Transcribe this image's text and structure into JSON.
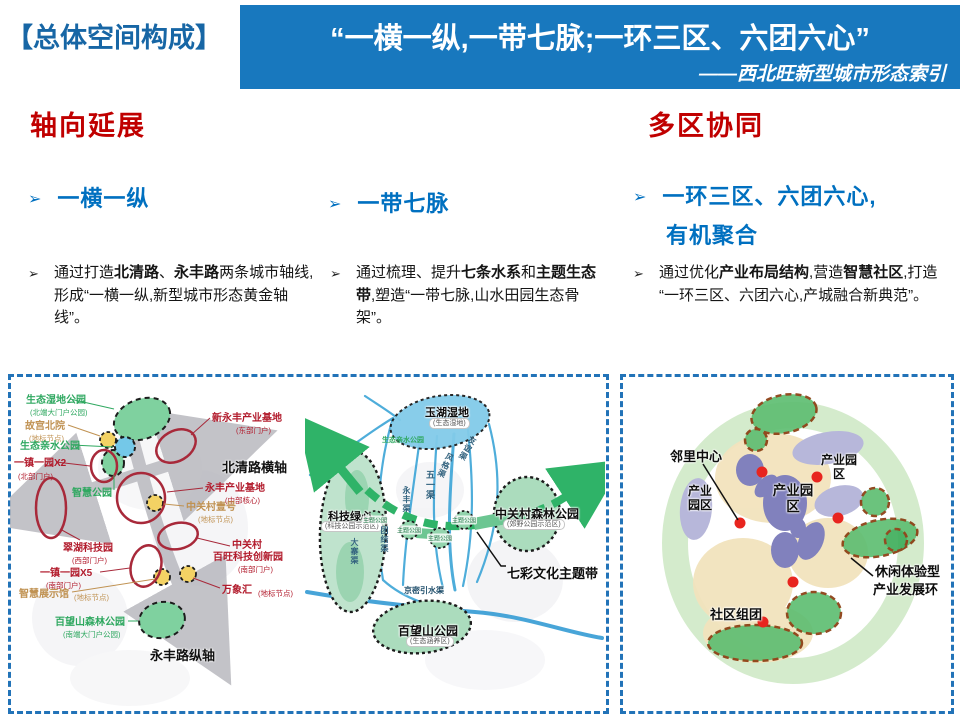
{
  "bullet": "➢",
  "colors": {
    "header_blue": "#1878be",
    "title_red": "#c00000",
    "heading_blue": "#0070c0",
    "box_border": "#2273b8"
  },
  "header": {
    "left_title": "【总体空间构成】",
    "main_title": "“一横一纵,一带七脉;一环三区、六团六心”",
    "subtitle": "——西北旺新型城市形态索引"
  },
  "sections": {
    "left_title": "轴向延展",
    "right_title": "多区协同"
  },
  "columns": [
    {
      "heading": "一横一纵",
      "t1": "通过打造",
      "b1": "北清路",
      "t2": "、",
      "b2": "永丰路",
      "t3": "两条城市轴线,形成“一横一纵,新型城市形态黄金轴线”。"
    },
    {
      "heading": "一带七脉",
      "t1": "通过梳理、提升",
      "b1": "七条水系",
      "t2": "和",
      "b2": "主题生态带",
      "t3": ",塑造“一带七脉,山水田园生态骨架”。"
    },
    {
      "heading1": "一环三区、六团六心,",
      "heading2": "有机聚合",
      "t1": "通过优化",
      "b1": "产业布局结构",
      "t2": ",营造",
      "b2": "智慧社区",
      "t3": ",打造 “一环三区、六团六心,产城融合新典范”。"
    }
  ],
  "maps": {
    "left": {
      "axis_h": "北清路横轴",
      "axis_v": "永丰路纵轴",
      "labels": [
        {
          "text": "生态湿地公园",
          "sub": "(北端大门户公园)"
        },
        {
          "text": "故宫北院",
          "sub": "(地标节点)"
        },
        {
          "text": "生态亲水公园",
          "sub": ""
        },
        {
          "text": "一镇一园X2",
          "sub": "(北部门户)"
        },
        {
          "text": "智慧公园",
          "sub": ""
        },
        {
          "text": "翠湖科技园",
          "sub": "(西部门户)"
        },
        {
          "text": "一镇一园X5",
          "sub": "(南部门户)"
        },
        {
          "text": "智慧展示馆",
          "sub": "(地标节点)"
        },
        {
          "text": "百望山森林公园",
          "sub": "(南端大门户公园)"
        },
        {
          "text": "新永丰产业基地",
          "sub": "(东部门户)"
        },
        {
          "text": "永丰产业基地",
          "sub": "(中部核心)"
        },
        {
          "text": "中关村壹号",
          "sub": "(地标节点)"
        },
        {
          "text": "中关村",
          "text2": "百旺科技创新园",
          "sub": "(南部门户)"
        },
        {
          "text": "万象汇",
          "sub": "(地标节点)"
        }
      ]
    },
    "middle": {
      "yuhu": {
        "text": "玉湖湿地",
        "sub": "(生态湿地)"
      },
      "qinshui": "生态亲水公园",
      "lvxin": {
        "text": "科技绿心",
        "sub": "(科技公园示范区)"
      },
      "forest": {
        "text": "中关村森林公园",
        "sub": "(郊野公园示范区)"
      },
      "baiwang": {
        "text": "百望山公园",
        "sub": "(生态涵养区)"
      },
      "band": "七彩文化主题带",
      "jingmi": "京密引水渠",
      "theme_park": "主题公园",
      "canals": [
        "大寨渠",
        "团结渠",
        "永丰渠",
        "五一渠",
        "风格渠",
        "友谊渠"
      ]
    },
    "right": {
      "neighborhood": "邻里中心",
      "industry_park": "产业园区",
      "leisure1": "休闲体验型",
      "leisure2": "产业发展环",
      "community": "社区组团"
    }
  }
}
